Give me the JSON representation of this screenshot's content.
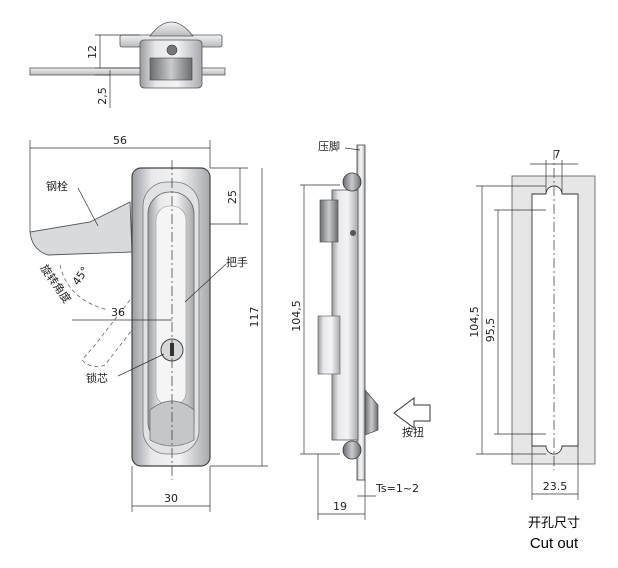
{
  "colors": {
    "metal_light": "#e9e9ea",
    "metal_mid": "#cfd0d2",
    "metal_dark": "#8d8f93",
    "line": "#333333",
    "cutout_fill": "#e6e6e6"
  },
  "top_view": {
    "dims": {
      "height": "12",
      "step": "2,5"
    }
  },
  "front_view": {
    "dims": {
      "width_top": "56",
      "offset_top": "25",
      "length": "117",
      "handle_offset": "36",
      "width_bottom": "30"
    },
    "angle": "45°",
    "labels": {
      "bolt": "钢栓",
      "rotation_angle": "旋转角度",
      "handle": "把手",
      "lock_core": "锁芯"
    }
  },
  "side_view": {
    "dims": {
      "height": "104,5",
      "depth": "19",
      "thickness": "Ts=1~2"
    },
    "labels": {
      "press_foot": "压脚",
      "button": "按扭"
    }
  },
  "cutout_view": {
    "dims": {
      "slot_width": "7",
      "outer_height": "104,5",
      "inner_height": "95,5",
      "width": "23.5"
    },
    "caption_cn": "开孔尺寸",
    "caption_en": "Cut out"
  }
}
